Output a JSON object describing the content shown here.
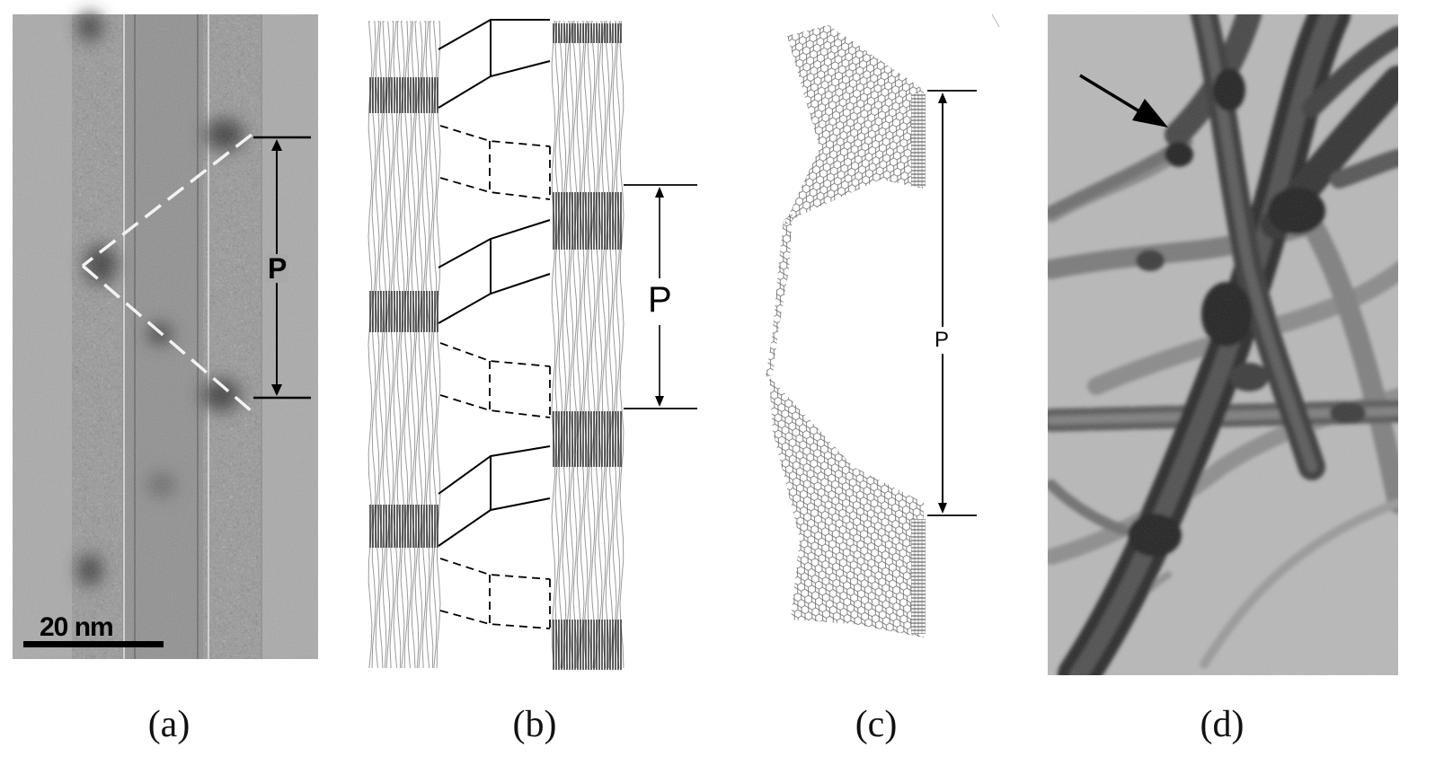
{
  "panels": {
    "a": {
      "caption": "(a)",
      "period_label": "P",
      "scale_bar": "20 nm"
    },
    "b": {
      "caption": "(b)",
      "period_label": "P"
    },
    "c": {
      "caption": "(c)",
      "period_label": "P"
    },
    "d": {
      "caption": "(d)"
    }
  }
}
